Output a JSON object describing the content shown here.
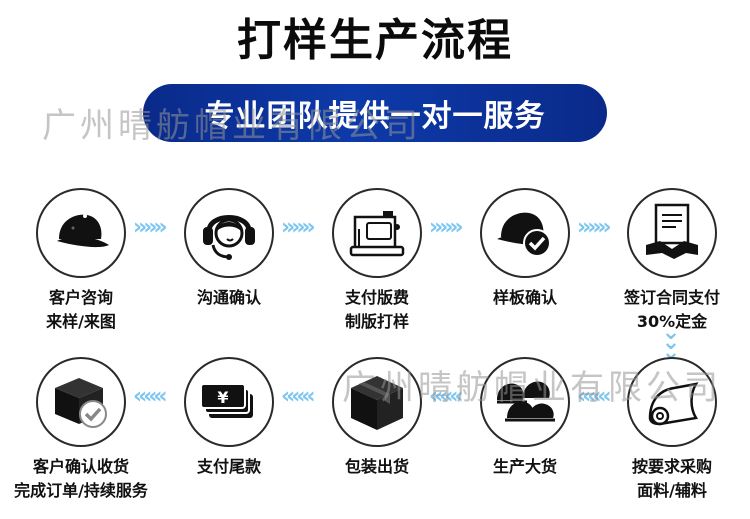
{
  "title": "打样生产流程",
  "banner": "专业团队提供一对一服务",
  "watermark": "广州晴舫帽业有限公司",
  "arrow_glyph_right": "»»»",
  "arrow_glyph_left": "«««",
  "arrow_glyph_down": "⌄",
  "accent_color": "#0d3aa9",
  "arrow_color": "#7cc6f0",
  "steps": [
    {
      "icon": "baseball-cap-icon",
      "line1": "客户咨询",
      "line2": "来样/来图"
    },
    {
      "icon": "headset-agent-icon",
      "line1": "沟通确认",
      "line2": ""
    },
    {
      "icon": "sewing-machine-icon",
      "line1": "支付版费",
      "line2": "制版打样"
    },
    {
      "icon": "cap-checkmark-icon",
      "line1": "样板确认",
      "line2": ""
    },
    {
      "icon": "contract-handshake-icon",
      "line1": "签订合同支付",
      "line2": "30%定金"
    },
    {
      "icon": "fabric-roll-icon",
      "line1": "按要求采购",
      "line2": "面料/辅料"
    },
    {
      "icon": "caps-stack-icon",
      "line1": "生产大货",
      "line2": ""
    },
    {
      "icon": "package-box-icon",
      "line1": "包装出货",
      "line2": ""
    },
    {
      "icon": "cash-payment-icon",
      "line1": "支付尾款",
      "line2": ""
    },
    {
      "icon": "box-checkmark-icon",
      "line1": "客户确认收货",
      "line2": "完成订单/持续服务"
    }
  ]
}
